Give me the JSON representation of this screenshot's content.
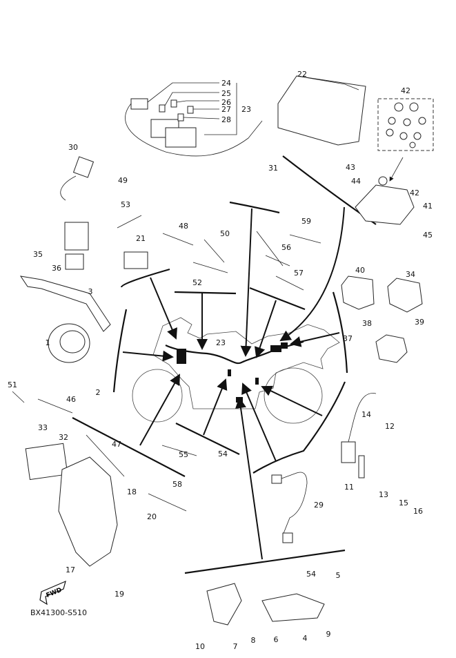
{
  "diagram": {
    "code": "BX41300-S510",
    "fwd_label": "FWD",
    "labels": [
      "24",
      "25",
      "26",
      "27",
      "23",
      "28",
      "22",
      "42",
      "31",
      "30",
      "49",
      "53",
      "43",
      "44",
      "42",
      "41",
      "45",
      "59",
      "48",
      "50",
      "21",
      "56",
      "35",
      "36",
      "57",
      "52",
      "3",
      "40",
      "34",
      "38",
      "39",
      "37",
      "23",
      "1",
      "2",
      "14",
      "12",
      "51",
      "46",
      "33",
      "32",
      "47",
      "55",
      "54",
      "11",
      "13",
      "15",
      "16",
      "18",
      "58",
      "29",
      "20",
      "17",
      "19",
      "54",
      "5",
      "9",
      "10",
      "7",
      "8",
      "6",
      "4"
    ]
  }
}
